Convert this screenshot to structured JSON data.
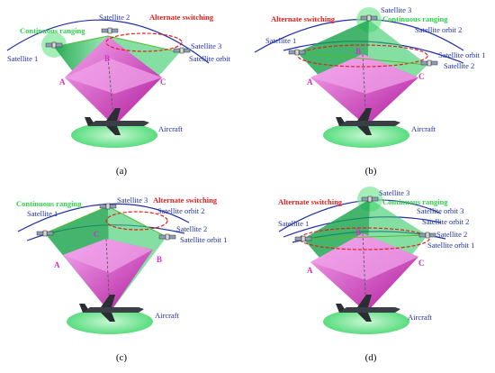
{
  "panels": {
    "a": {
      "caption": "(a)",
      "labels": {
        "continuous": "Continuous ranging",
        "sat1": "Satellite 1",
        "sat2": "Satellite 2",
        "switching": "Alternate switching",
        "sat3": "Satellite 3",
        "orbit": "Satellite orbit",
        "A": "A",
        "B": "B",
        "C": "C",
        "aircraft": "Aircraft"
      }
    },
    "b": {
      "caption": "(b)",
      "labels": {
        "switching": "Alternate switching",
        "sat3": "Satellite 3",
        "continuous": "Continuous ranging",
        "orbit2": "Satellite orbit 2",
        "sat1": "Satellite 1",
        "orbit1": "Satellite orbit 1",
        "sat2": "Satellite 2",
        "A": "A",
        "B": "B",
        "C": "C",
        "aircraft": "Aircraft"
      }
    },
    "c": {
      "caption": "(c)",
      "labels": {
        "continuous": "Continuous ranging",
        "sat3": "Satellite 3",
        "switching": "Alternate switching",
        "sat1": "Satellite 1",
        "orbit2": "Satellite orbit 2",
        "sat2": "Satellite 2",
        "orbit1": "Satellite orbit 1",
        "A": "A",
        "B": "B",
        "C": "C",
        "aircraft": "Aircraft"
      }
    },
    "d": {
      "caption": "(d)",
      "labels": {
        "sat3": "Satellite 3",
        "switching": "Alternate switching",
        "continuous": "Continuous ranging",
        "sat1": "Satellite 1",
        "orbit3": "Satellite orbit 3",
        "orbit2": "Satellite orbit 2",
        "sat2": "Satellite 2",
        "orbit1": "Satellite orbit 1",
        "A": "A",
        "B": "B",
        "C": "C",
        "aircraft": "Aircraft"
      }
    }
  },
  "colors": {
    "orbit": "#1f2fa8",
    "switching": "#e41d1d",
    "continuous": "#2fd14a",
    "pyramid": "#d62fc8",
    "beam": "#22c55e"
  }
}
